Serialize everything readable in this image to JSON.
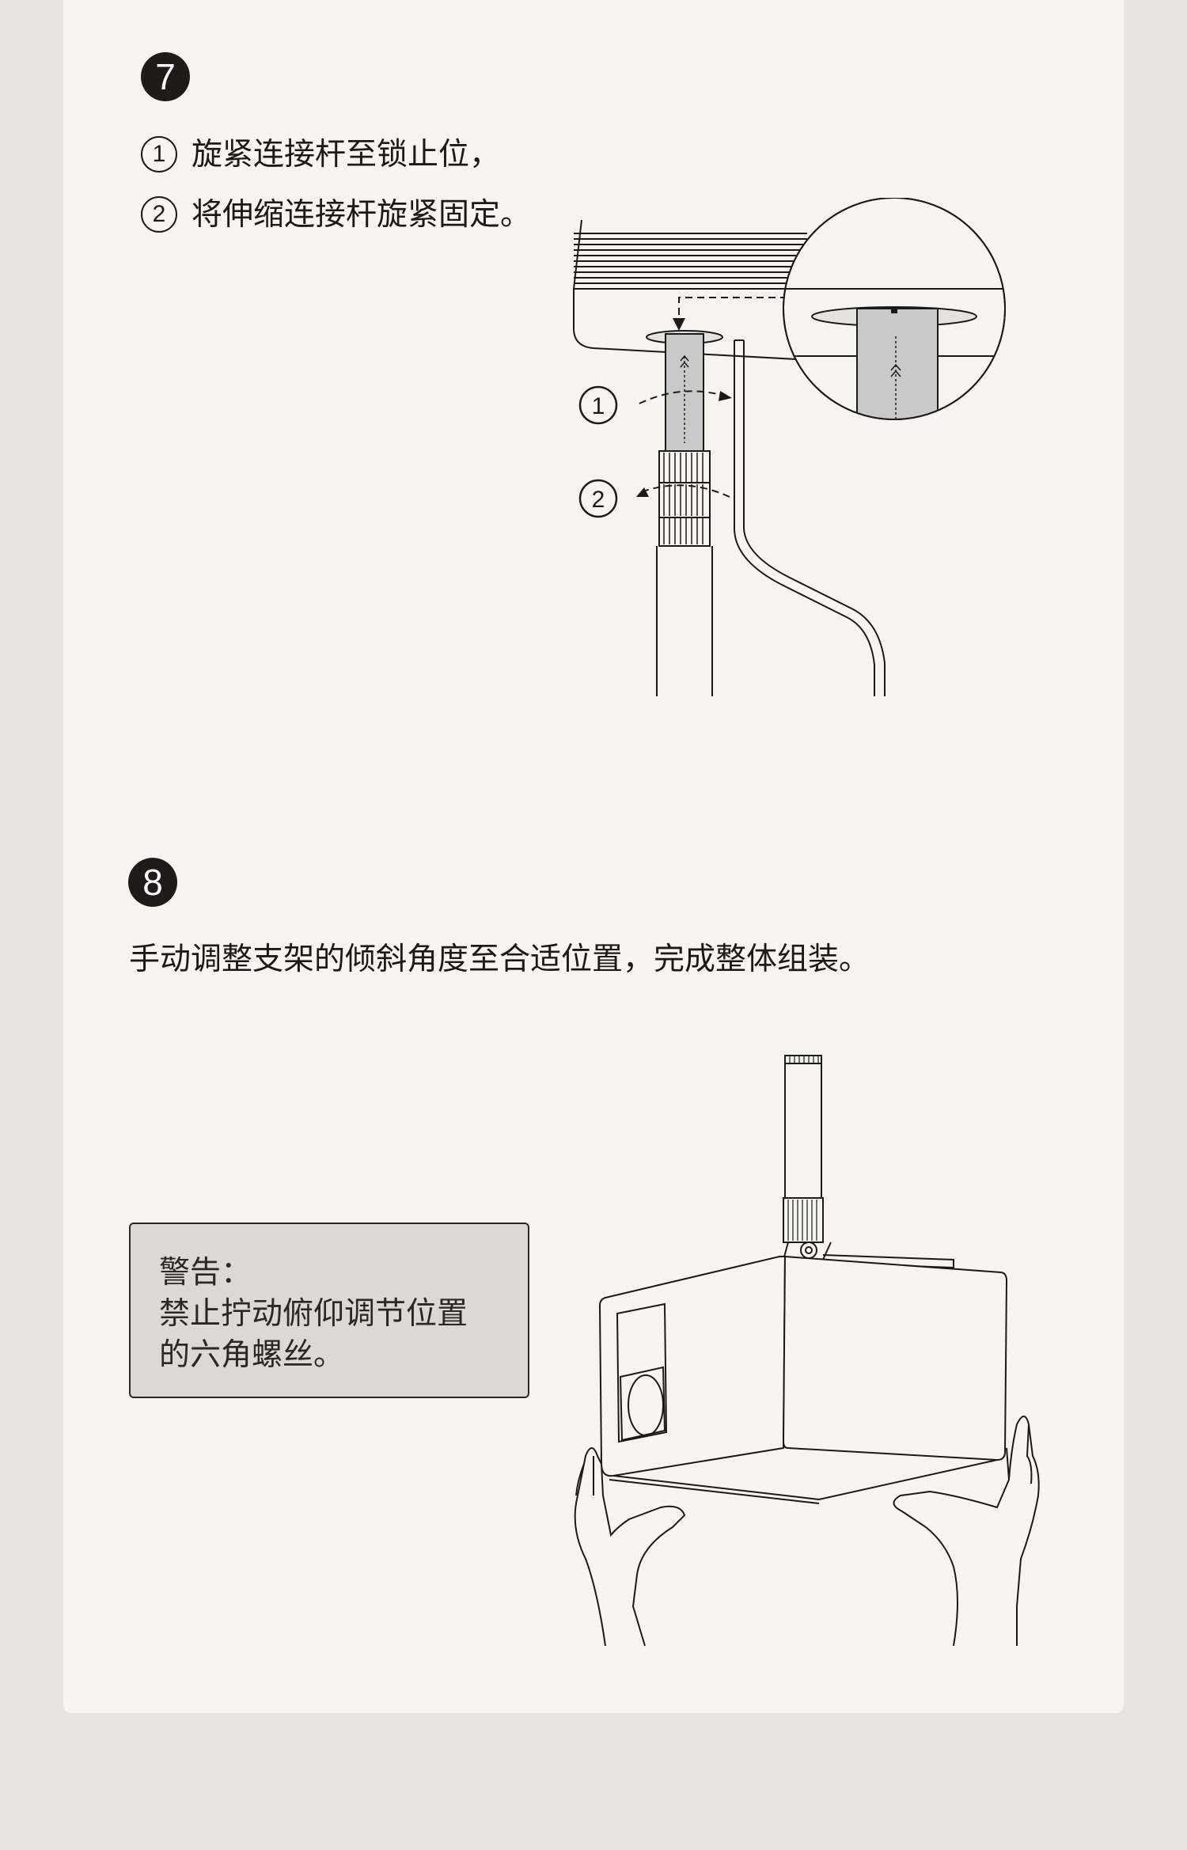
{
  "step7": {
    "badge": "7",
    "items": [
      {
        "num": "1",
        "text": "旋紧连接杆至锁止位，"
      },
      {
        "num": "2",
        "text": "将伸缩连接杆旋紧固定。"
      }
    ],
    "diagram_labels": [
      "1",
      "2"
    ]
  },
  "step8": {
    "badge": "8",
    "text": "手动调整支架的倾斜角度至合适位置，完成整体组装。"
  },
  "warning": {
    "title": "警告：",
    "line1": "禁止拧动俯仰调节位置",
    "line2": "的六角螺丝。"
  }
}
